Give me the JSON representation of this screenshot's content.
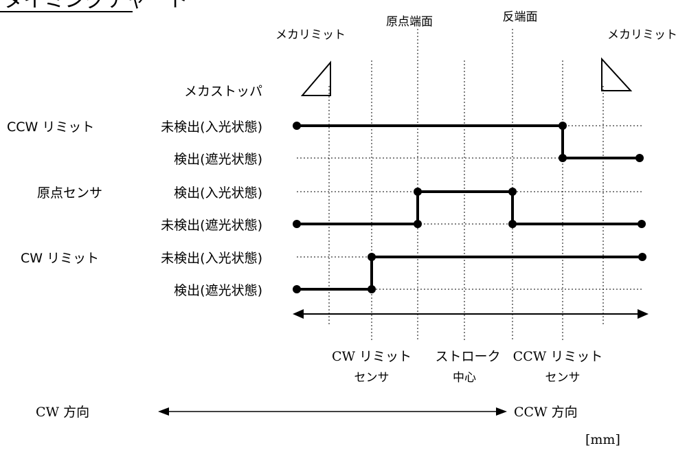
{
  "title": "タイミングチャート",
  "top_labels": {
    "mecha_limit_left": "メカリミット",
    "origin_end_face": "原点端面",
    "opposite_end_face": "反端面",
    "mecha_limit_right": "メカリミット"
  },
  "mecha_stopper": "メカストッパ",
  "signals": [
    {
      "name": "CCW リミット",
      "high_label": "未検出(入光状態)",
      "low_label": "検出(遮光状態)"
    },
    {
      "name": "原点センサ",
      "high_label": "検出(入光状態)",
      "low_label": "未検出(遮光状態)"
    },
    {
      "name": "CW リミット",
      "high_label": "未検出(入光状態)",
      "low_label": "検出(遮光状態)"
    }
  ],
  "bottom_labels": {
    "cw_limit_sensor_line1": "CW リミット",
    "cw_limit_sensor_line2": "センサ",
    "stroke_center_line1": "ストローク",
    "stroke_center_line2": "中心",
    "ccw_limit_sensor_line1": "CCW リミット",
    "ccw_limit_sensor_line2": "センサ"
  },
  "direction": {
    "cw": "CW 方向",
    "ccw": "CCW 方向"
  },
  "unit": "[mm]"
}
